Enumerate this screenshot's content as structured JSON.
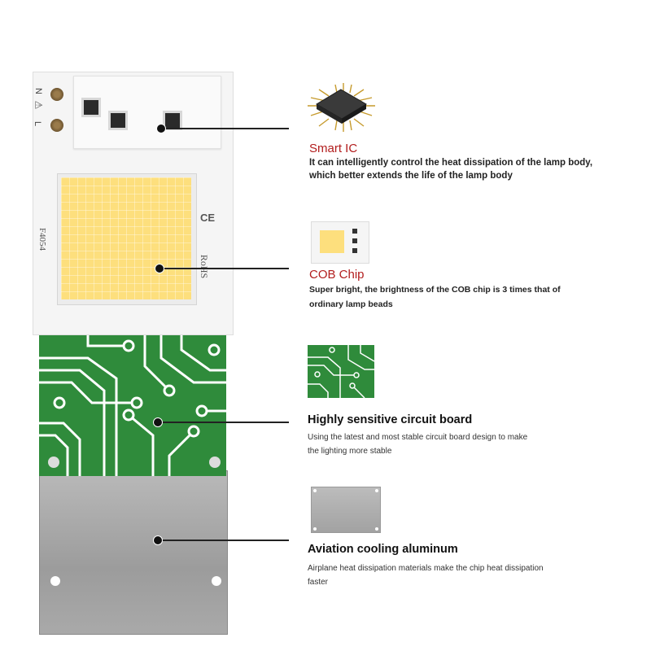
{
  "colors": {
    "accent_red": "#b21d1d",
    "board_white": "#f4f4f4",
    "pcb_green": "#2e8c3a",
    "cob_yellow": "#fde07c",
    "aluminum": "#a7a7a7"
  },
  "module": {
    "terminal_n": "N",
    "terminal_l": "L",
    "warning_symbol": "⚠",
    "model": "F4054",
    "ce_mark": "CE",
    "rohs_mark": "RoHS"
  },
  "features": [
    {
      "title": "Smart IC",
      "lines": [
        "It can intelligently control the heat dissipation of the lamp body,",
        "which better extends the life of the lamp body"
      ],
      "icon": "ic-chip-icon"
    },
    {
      "title": "COB Chip",
      "lines": [
        "Super bright, the brightness of the COB chip is 3 times that of",
        "ordinary lamp beads"
      ],
      "icon": "cob-module-thumbnail"
    },
    {
      "title": "Highly sensitive circuit board",
      "lines": [
        "Using the latest and most stable circuit board design to make",
        "the lighting more stable"
      ],
      "icon": "circuit-board-thumbnail"
    },
    {
      "title": "Aviation cooling aluminum",
      "lines": [
        "Airplane heat dissipation materials make the chip heat dissipation",
        "faster"
      ],
      "icon": "aluminum-plate-thumbnail"
    }
  ]
}
